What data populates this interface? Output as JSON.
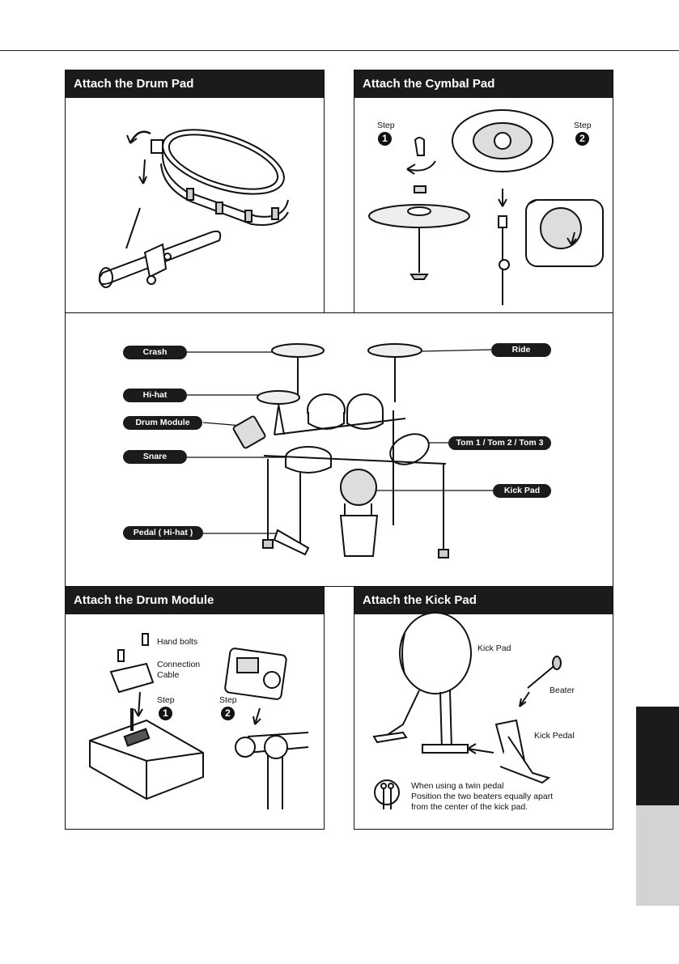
{
  "panels": {
    "drum_pad": {
      "title": "Attach the Drum Pad"
    },
    "cymbal_pad": {
      "title": "Attach the Cymbal Pad",
      "step_label": "Step",
      "step1": "1",
      "step2": "2"
    },
    "kit_overview": {
      "labels": {
        "crash": "Crash",
        "ride": "Ride",
        "hihat": "Hi-hat",
        "drum_module": "Drum Module",
        "snare": "Snare",
        "toms": "Tom 1 / Tom 2 / Tom 3",
        "kick_pad": "Kick Pad",
        "pedal_hihat": "Pedal ( Hi-hat )"
      }
    },
    "drum_module": {
      "title": "Attach the Drum Module",
      "hand_bolts": "Hand bolts",
      "connection_line1": "Connection",
      "connection_line2": "Cable",
      "step_label": "Step",
      "step1": "1",
      "step2": "2"
    },
    "kick_pad": {
      "title": "Attach the Kick Pad",
      "kick_pad_label": "Kick Pad",
      "beater_label": "Beater",
      "kick_pedal_label": "Kick Pedal",
      "twin_line1": "When using a twin pedal",
      "twin_line2": "Position the two beaters equally apart",
      "twin_line3": "from the center of the kick pad."
    }
  },
  "colors": {
    "header_bg": "#1b1b1b",
    "tab_dark": "#1b1b1b",
    "tab_light": "#d3d3d3"
  }
}
